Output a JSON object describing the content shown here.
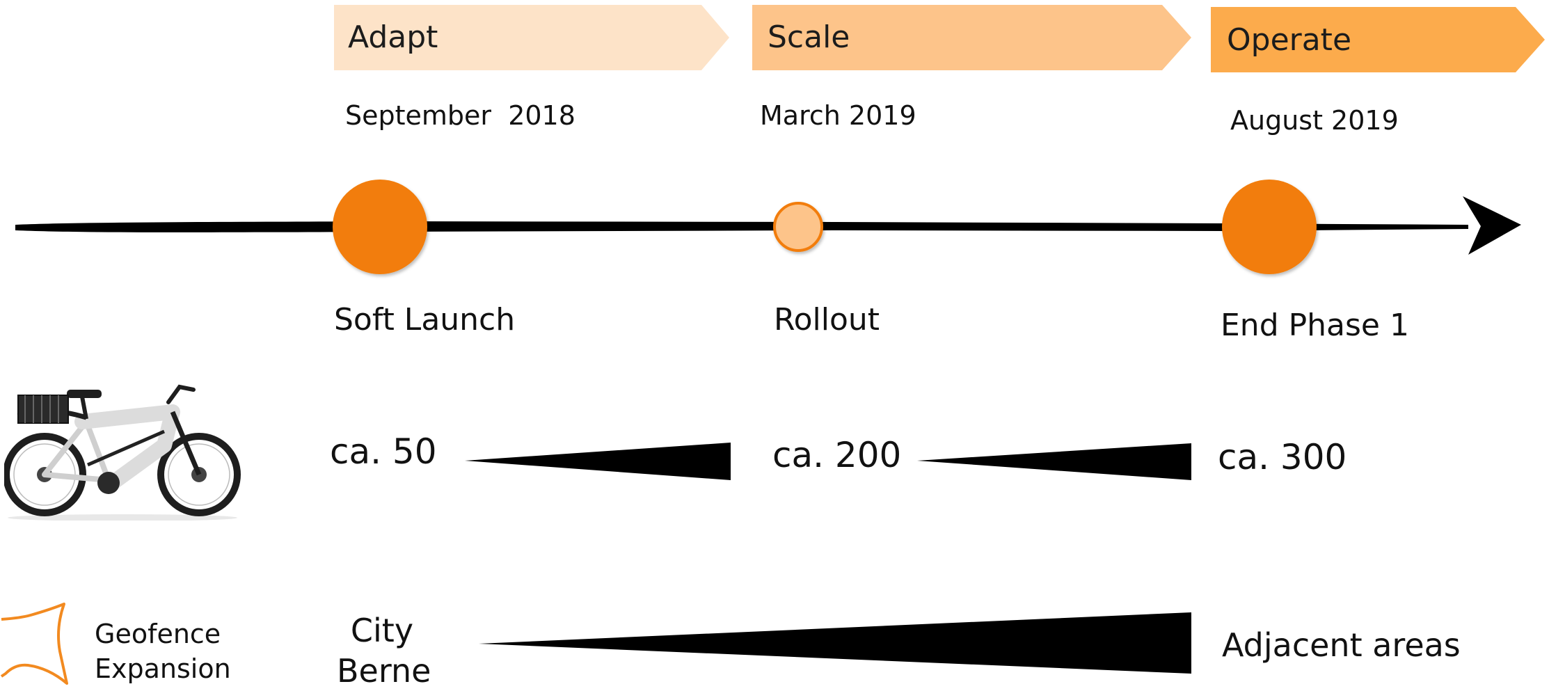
{
  "colors": {
    "phase_adapt": "#fde3c8",
    "phase_scale": "#fdc48a",
    "phase_operate": "#fcab4c",
    "milestone_big": "#f27d07",
    "milestone_small": "#fdc48a",
    "timeline": "#000000",
    "geofence_outline": "#f28a20"
  },
  "phases": [
    {
      "label": "Adapt",
      "date": "September  2018"
    },
    {
      "label": "Scale",
      "date": "March 2019"
    },
    {
      "label": "Operate",
      "date": "August 2019"
    }
  ],
  "milestones": [
    {
      "label": "Soft Launch"
    },
    {
      "label": "Rollout"
    },
    {
      "label": "End Phase 1"
    }
  ],
  "fleet": {
    "icon": "e-bike-image",
    "counts": [
      "ca. 50",
      "ca. 200",
      "ca. 300"
    ]
  },
  "geofence": {
    "icon": "geofence-shape-icon",
    "label_line1": "Geofence",
    "label_line2": "Expansion",
    "start_line1": "City",
    "start_line2": "Berne",
    "end": "Adjacent areas"
  }
}
